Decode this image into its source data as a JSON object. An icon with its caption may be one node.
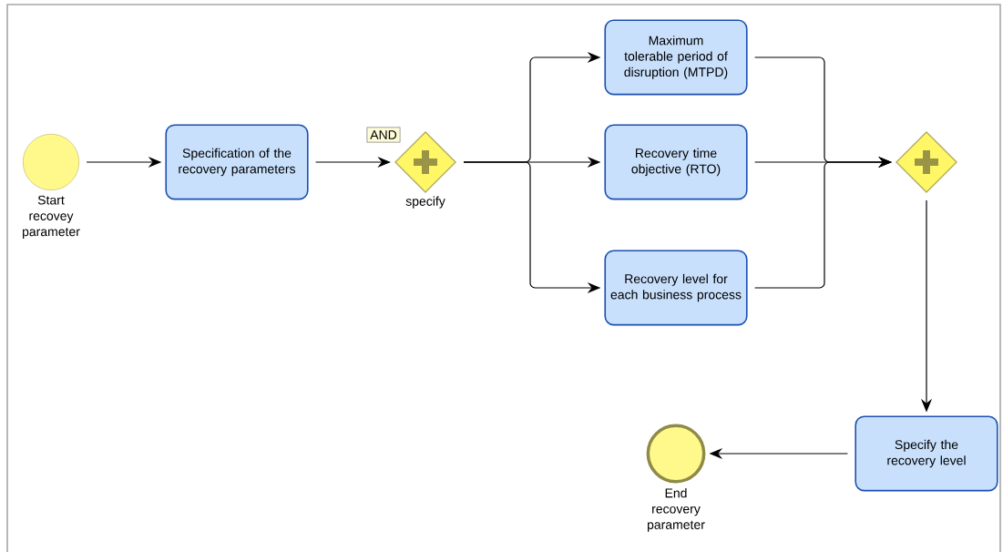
{
  "diagram": {
    "nodes": [
      {
        "text": [
          "Start recovey parameter"
        ]
      },
      {
        "text": [
          "Specification of the recovery parameters"
        ]
      },
      {
        "text": [
          "AND"
        ]
      },
      {
        "text": [
          "specify"
        ]
      },
      {
        "text": [
          "Maximum tolerable period of disruption (MTPD)"
        ]
      },
      {
        "text": [
          "Recovery time objective (RTO)"
        ]
      },
      {
        "text": [
          "Recovery level for each business process"
        ]
      },
      {
        "text": [],
        "shape": "diamond"
      },
      {
        "text": [
          "Specify the recovery level"
        ]
      },
      {
        "text": [
          "End recovery parameter"
        ]
      }
    ],
    "edges": [
      {
        "from": 0,
        "to": 1,
        "arrow": "to"
      },
      {
        "from": 1,
        "to": 3,
        "arrow": "to"
      },
      {
        "from": 3,
        "to": 4,
        "arrow": "to"
      },
      {
        "from": 3,
        "to": 5,
        "arrow": "to"
      },
      {
        "from": 3,
        "to": 6,
        "arrow": "to"
      },
      {
        "from": 4,
        "to": 7,
        "arrow": "to"
      },
      {
        "from": 5,
        "to": 7,
        "arrow": "to"
      },
      {
        "from": 6,
        "to": 7,
        "arrow": "to"
      },
      {
        "from": 7,
        "to": 8,
        "arrow": "to"
      },
      {
        "from": 8,
        "to": 9,
        "arrow": "to"
      }
    ]
  }
}
